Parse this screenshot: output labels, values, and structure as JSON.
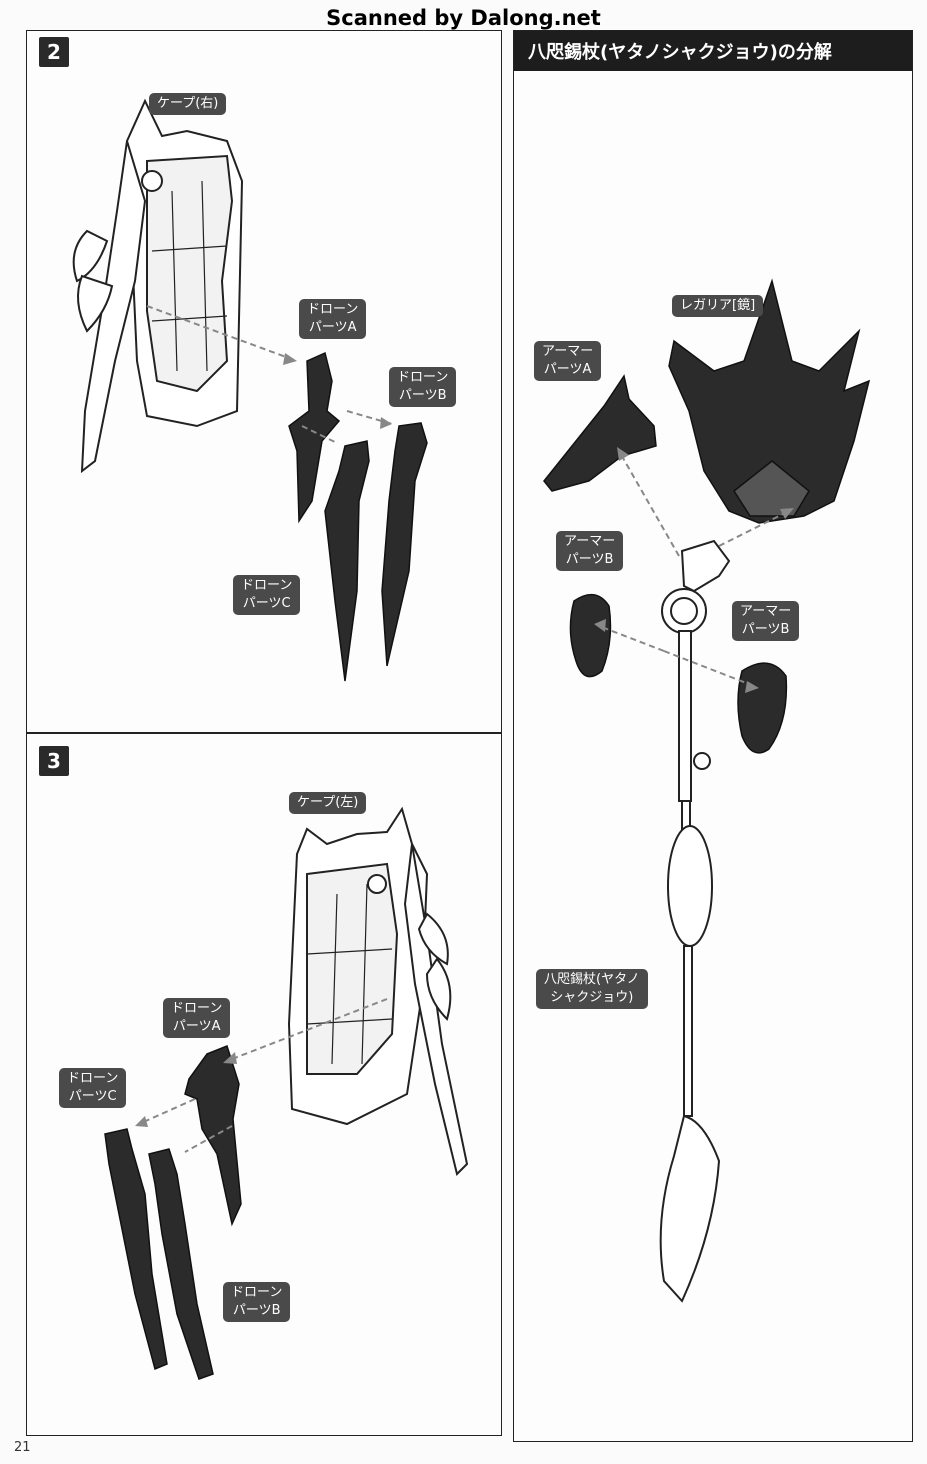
{
  "watermark": "Scanned by Dalong.net",
  "page_number": "21",
  "step2": {
    "badge": "2",
    "labels": {
      "cape_right": "ケープ(右)",
      "drone_a_l1": "ドローン",
      "drone_a_l2": "パーツA",
      "drone_b_l1": "ドローン",
      "drone_b_l2": "パーツB",
      "drone_c_l1": "ドローン",
      "drone_c_l2": "パーツC"
    }
  },
  "step3": {
    "badge": "3",
    "labels": {
      "cape_left": "ケープ(左)",
      "drone_a_l1": "ドローン",
      "drone_a_l2": "パーツA",
      "drone_c_l1": "ドローン",
      "drone_c_l2": "パーツC",
      "drone_b_l1": "ドローン",
      "drone_b_l2": "パーツB"
    }
  },
  "disassembly": {
    "title": "八咫錫杖(ヤタノシャクジョウ)の分解",
    "labels": {
      "regalia": "レガリア[鏡]",
      "armor_a_l1": "アーマー",
      "armor_a_l2": "パーツA",
      "armor_b1_l1": "アーマー",
      "armor_b1_l2": "パーツB",
      "armor_b2_l1": "アーマー",
      "armor_b2_l2": "パーツB",
      "staff_l1": "八咫錫杖(ヤタノ",
      "staff_l2": "シャクジョウ)"
    }
  }
}
